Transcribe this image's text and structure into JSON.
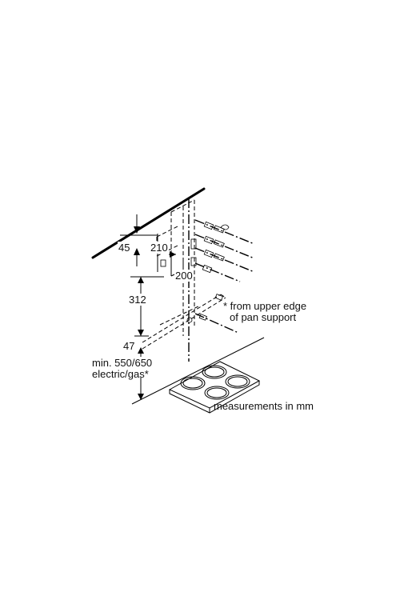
{
  "dimensions": {
    "d45": "45",
    "d210": "210",
    "d200": "200",
    "d312": "312",
    "d47": "47",
    "min_line1": "min. 550/650",
    "min_line2": "electric/gas*"
  },
  "notes": {
    "footnote_line1": "* from upper edge",
    "footnote_line2": "of pan support",
    "units": "measurements in mm"
  }
}
